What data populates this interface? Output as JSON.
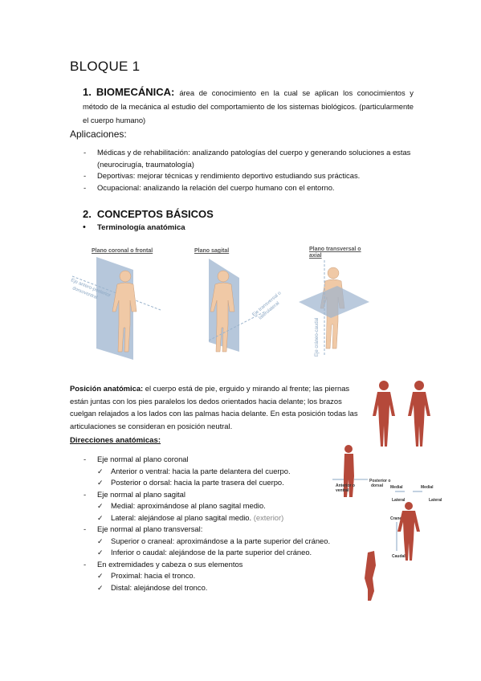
{
  "header": {
    "title": "BLOQUE 1"
  },
  "section1": {
    "number": "1.",
    "title": "BIOMECÁNICA:",
    "text": "área de conocimiento en la cual se aplican los conocimientos y método de la mecánica al estudio del comportamiento de los sistemas biológicos. (particularmente el cuerpo humano)"
  },
  "applications": {
    "heading": "Aplicaciones:",
    "items": [
      "Médicas y de rehabilitación: analizando patologías del cuerpo y generando soluciones a estas (neurocirugía, traumatología)",
      "Deportivas: mejorar técnicas y rendimiento deportivo estudiando sus prácticas.",
      "Ocupacional: analizando la relación del cuerpo humano con el entorno."
    ]
  },
  "section2": {
    "number": "2.",
    "title": "CONCEPTOS BÁSICOS",
    "subtitle": "Terminología anatómica"
  },
  "planes": {
    "coronal": "Plano coronal o frontal",
    "sagital": "Plano sagital",
    "transversal_1": "Plano transversal o",
    "transversal_2": "axial",
    "axis_coronal_1": "Eje antero-posterior",
    "axis_coronal_2": "dorsoventral",
    "axis_sagital_1": "Eje transversal o",
    "axis_sagital_2": "laterolateral",
    "axis_transversal": "Eje cráneo-caudal"
  },
  "anatomical_position": {
    "label": "Posición anatómica:",
    "text": " el cuerpo está de pie, erguido y mirando al frente; las piernas están juntas con los pies paralelos los dedos orientados hacia delante; los brazos cuelgan relajados a los lados con las palmas hacia delante. En esta posición todas las articulaciones se consideran en posición neutral."
  },
  "directions": {
    "heading": "Direcciones anatómicas:",
    "groups": [
      {
        "label": "Eje normal al plano coronal",
        "items": [
          "Anterior o ventral: hacia la parte delantera del cuerpo.",
          "Posterior o dorsal: hacia la parte trasera del cuerpo."
        ]
      },
      {
        "label": "Eje normal al plano sagital",
        "items": [
          "Medial: aproximándose al plano sagital medio.",
          "Lateral: alejándose al plano sagital medio."
        ],
        "note": "(exterior)"
      },
      {
        "label": "Eje normal al plano transversal:",
        "items": [
          "Superior o craneal: aproximándose a la parte superior del cráneo.",
          "Inferior o caudal: alejándose de la parte superior del cráneo."
        ]
      },
      {
        "label": "En extremidades y cabeza o sus elementos",
        "items": [
          "Proximal: hacia el tronco.",
          "Distal: alejándose del tronco."
        ]
      }
    ]
  },
  "figure_labels": {
    "anterior": "Anterior o",
    "ventral": "ventral",
    "posterior": "Posterior o",
    "dorsal": "dorsal",
    "medial_left": "Medial",
    "medial_right": "Medial",
    "lateral_left": "Lateral",
    "lateral_right": "Lateral",
    "craneal": "Craneal",
    "caudal": "Caudal"
  },
  "colors": {
    "plane_blue": "#7f9fc4",
    "muscle_red": "#b5493a",
    "skin": "#f0c9a6"
  }
}
